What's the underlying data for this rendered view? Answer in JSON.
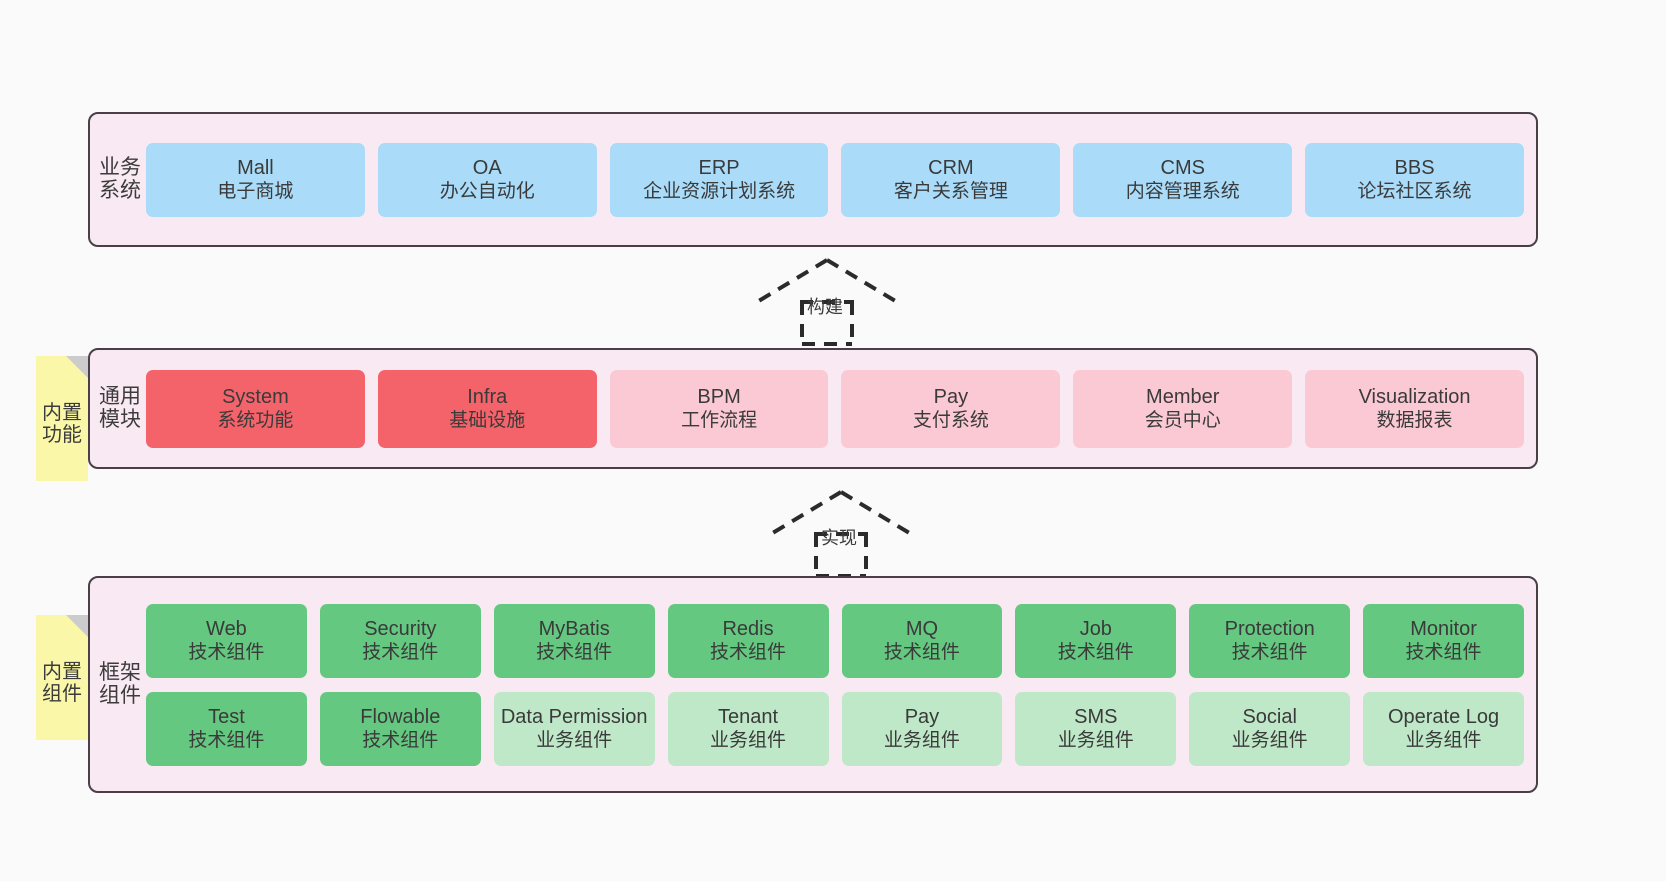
{
  "canvas": {
    "background": "#fafafa",
    "container_fill": "#f9e9f2",
    "container_border": "#4a3f47"
  },
  "layers": [
    {
      "id": "business",
      "label": "业务系统",
      "card_color": "#aadcfa",
      "cards": [
        {
          "title": "Mall",
          "sub": "电子商城",
          "style": "blue"
        },
        {
          "title": "OA",
          "sub": "办公自动化",
          "style": "blue"
        },
        {
          "title": "ERP",
          "sub": "企业资源计划系统",
          "style": "blue"
        },
        {
          "title": "CRM",
          "sub": "客户关系管理",
          "style": "blue"
        },
        {
          "title": "CMS",
          "sub": "内容管理系统",
          "style": "blue"
        },
        {
          "title": "BBS",
          "sub": "论坛社区系统",
          "style": "blue"
        }
      ]
    },
    {
      "id": "modules",
      "label": "通用模块",
      "note": "内置功能",
      "cards": [
        {
          "title": "System",
          "sub": "系统功能",
          "style": "red-solid"
        },
        {
          "title": "Infra",
          "sub": "基础设施",
          "style": "red-solid"
        },
        {
          "title": "BPM",
          "sub": "工作流程",
          "style": "red-light"
        },
        {
          "title": "Pay",
          "sub": "支付系统",
          "style": "red-light"
        },
        {
          "title": "Member",
          "sub": "会员中心",
          "style": "red-light"
        },
        {
          "title": "Visualization",
          "sub": "数据报表",
          "style": "red-light"
        }
      ]
    },
    {
      "id": "framework",
      "label": "框架组件",
      "note": "内置组件",
      "rows": [
        [
          {
            "title": "Web",
            "sub": "技术组件",
            "style": "green-solid"
          },
          {
            "title": "Security",
            "sub": "技术组件",
            "style": "green-solid"
          },
          {
            "title": "MyBatis",
            "sub": "技术组件",
            "style": "green-solid"
          },
          {
            "title": "Redis",
            "sub": "技术组件",
            "style": "green-solid"
          },
          {
            "title": "MQ",
            "sub": "技术组件",
            "style": "green-solid"
          },
          {
            "title": "Job",
            "sub": "技术组件",
            "style": "green-solid"
          },
          {
            "title": "Protection",
            "sub": "技术组件",
            "style": "green-solid"
          },
          {
            "title": "Monitor",
            "sub": "技术组件",
            "style": "green-solid"
          }
        ],
        [
          {
            "title": "Test",
            "sub": "技术组件",
            "style": "green-solid"
          },
          {
            "title": "Flowable",
            "sub": "技术组件",
            "style": "green-solid"
          },
          {
            "title": "Data Permission",
            "sub": "业务组件",
            "style": "green-light"
          },
          {
            "title": "Tenant",
            "sub": "业务组件",
            "style": "green-light"
          },
          {
            "title": "Pay",
            "sub": "业务组件",
            "style": "green-light"
          },
          {
            "title": "SMS",
            "sub": "业务组件",
            "style": "green-light"
          },
          {
            "title": "Social",
            "sub": "业务组件",
            "style": "green-light"
          },
          {
            "title": "Operate Log",
            "sub": "业务组件",
            "style": "green-light"
          }
        ]
      ]
    }
  ],
  "connectors": [
    {
      "id": "build",
      "label": "构建"
    },
    {
      "id": "impl",
      "label": "实现"
    }
  ],
  "palette": {
    "blue": "#aadcfa",
    "red_solid": "#f5636a",
    "red_light": "#fbc9d4",
    "green_solid": "#64c880",
    "green_light": "#bfe8c8",
    "note_yellow": "#fbf7a8",
    "note_fold": "#cccccc"
  }
}
